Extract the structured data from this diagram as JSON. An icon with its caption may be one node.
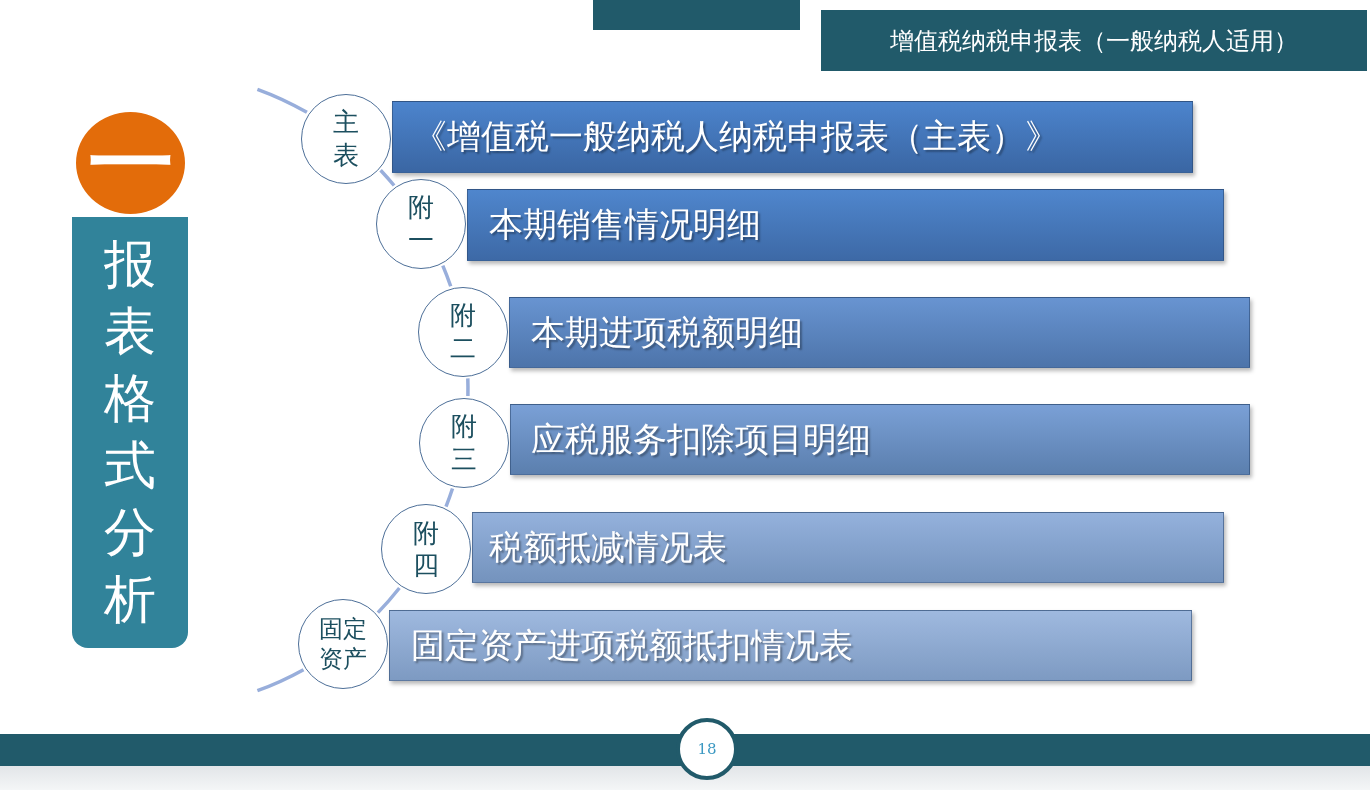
{
  "diagram": {
    "title": "增值税纳税申报表（一般纳税人适用）",
    "nodes": [
      {
        "text": [
          "一"
        ]
      },
      {
        "text": [
          "报表格式分析"
        ]
      },
      {
        "text": [
          "主表"
        ]
      },
      {
        "text": [
          "《增值税一般纳税人纳税申报表（主表）》"
        ]
      },
      {
        "text": [
          "附一"
        ]
      },
      {
        "text": [
          "本期销售情况明细"
        ]
      },
      {
        "text": [
          "附二"
        ]
      },
      {
        "text": [
          "本期进项税额明细"
        ]
      },
      {
        "text": [
          "附三"
        ]
      },
      {
        "text": [
          "应税服务扣除项目明细"
        ]
      },
      {
        "text": [
          "附四"
        ]
      },
      {
        "text": [
          "税额抵减情况表"
        ]
      },
      {
        "text": [
          "固定资产"
        ]
      },
      {
        "text": [
          "固定资产进项税额抵扣情况表"
        ]
      }
    ],
    "edges": [
      {
        "from": null,
        "to": 2,
        "arrow": "none"
      },
      {
        "from": 2,
        "to": 4,
        "arrow": "none"
      },
      {
        "from": 4,
        "to": 6,
        "arrow": "none"
      },
      {
        "from": 6,
        "to": 8,
        "arrow": "none"
      },
      {
        "from": 8,
        "to": 10,
        "arrow": "none"
      },
      {
        "from": 10,
        "to": 12,
        "arrow": "none"
      },
      {
        "from": 12,
        "to": null,
        "arrow": "none"
      }
    ],
    "labels": [
      "18"
    ]
  }
}
